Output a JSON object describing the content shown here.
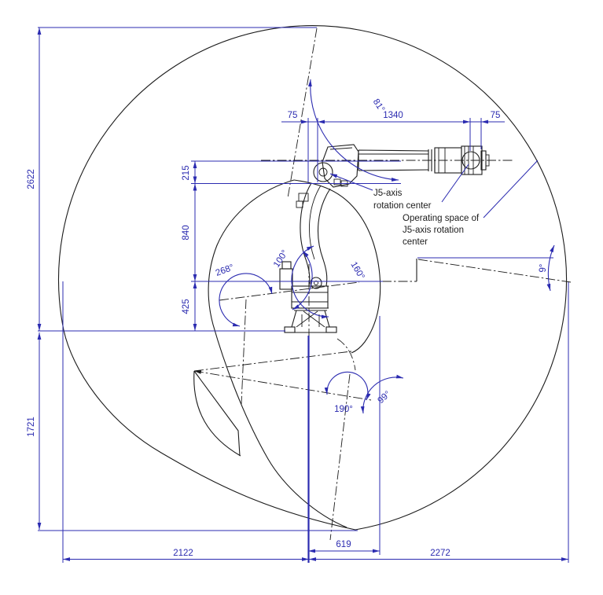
{
  "labels": {
    "dim_height_upper": "2622",
    "dim_height_lower": "1721",
    "dim_wrist_drop": "215",
    "dim_arm": "840",
    "dim_base": "425",
    "dim_left_75": "75",
    "dim_reach": "1340",
    "dim_right_75": "75",
    "dim_619": "619",
    "dim_2122": "2122",
    "dim_2272": "2272",
    "angle_81": "81°",
    "angle_100": "100°",
    "angle_160": "160°",
    "angle_268": "268°",
    "angle_9": "9°",
    "angle_190": "190°",
    "angle_99": "99°",
    "note_j5_line1": "J5-axis",
    "note_j5_line2": "rotation center",
    "note_op_line1": "Operating space of",
    "note_op_line2": "J5-axis rotation",
    "note_op_line3": "center"
  },
  "colors": {
    "dimension_blue": "#2b2bb0",
    "outline_black": "#1c1c1c",
    "background": "#ffffff"
  }
}
